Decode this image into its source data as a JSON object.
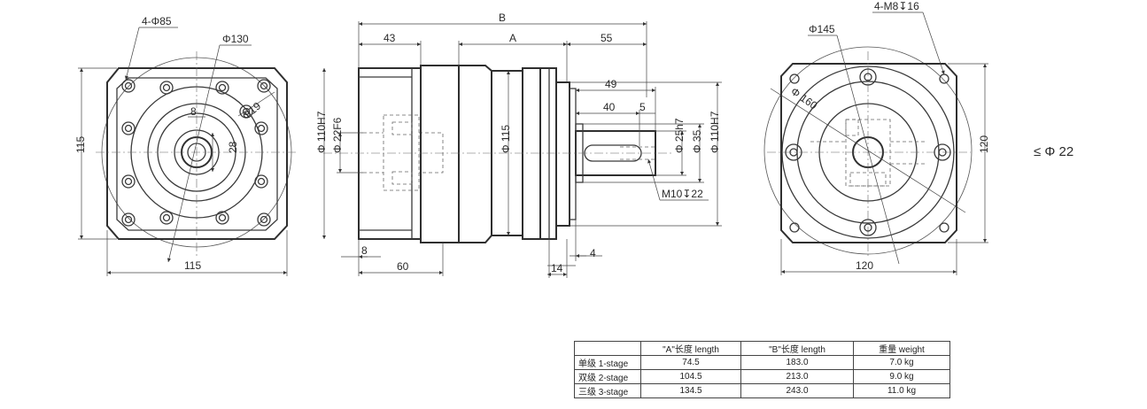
{
  "front_view": {
    "holes_label": "4-Φ85",
    "pcd_label": "Φ130",
    "bore_label": "Φ19",
    "key_width_label": "8",
    "key_height_label": "28",
    "height_label": "115",
    "width_label": "115"
  },
  "side_view": {
    "overall_label": "B",
    "body_label": "A",
    "left_len_label": "43",
    "shaft_ext_label": "55",
    "len49_label": "49",
    "len40_label": "40",
    "len5_label": "5",
    "pilot_left_label": "Φ 110H7",
    "bore_left_label": "Φ 22F6",
    "body_dia_label": "Φ 115",
    "shaft_label": "Φ 25h7",
    "shaft_collar_label": "Φ 35",
    "pilot_right_label": "Φ 110H7",
    "thread_label": "M10↧22",
    "len8_label": "8",
    "len60_label": "60",
    "len14_label": "14",
    "len4_label": "4"
  },
  "rear_view": {
    "tap_label": "4-M8↧16",
    "dia145_label": "Φ145",
    "dia160_label": "Φ 160",
    "height_label": "120",
    "width_label": "120"
  },
  "input_note": "≤ Φ 22",
  "spec_table": {
    "headers": [
      "",
      "\"A\"长度 length",
      "\"B\"长度  length",
      "重量 weight"
    ],
    "rows": [
      [
        "单级 1-stage",
        "74.5",
        "183.0",
        "7.0 kg"
      ],
      [
        "双级 2-stage",
        "104.5",
        "213.0",
        "9.0 kg"
      ],
      [
        "三级 3-stage",
        "134.5",
        "243.0",
        "11.0 kg"
      ]
    ]
  }
}
